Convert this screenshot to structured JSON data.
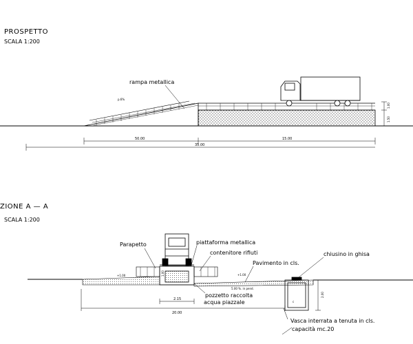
{
  "prospetto": {
    "title": "PROSPETTO",
    "scale": "SCALA 1:200",
    "label_ramp": "rampa metallica",
    "ramp_mark": "p.6%",
    "dim_left": "50.00",
    "dim_right": "15.00",
    "dim_total": "35.00",
    "dim_height": "1.00",
    "dim_height_b": "1.50"
  },
  "sezione": {
    "title": "ZIONE A — A",
    "scale": "SCALA 1:200",
    "label_parapetto": "Parapetto",
    "label_piattaforma": "piattaforma metallica",
    "label_contenitore": "contenitore rifiuti",
    "label_pavimento": "Pavimento in cls.",
    "label_chiusino": "chiusino in ghisa",
    "label_pozzetto_1": "pozzetto raccolta",
    "label_pozzetto_2": "acqua piazzale",
    "label_vasca_1": "Vasca interrata a tenuta in cls.",
    "label_vasca_2": "capacità mc.20",
    "dim_2_15": "2.15",
    "dim_total": "20.00",
    "dim_level_left": "+1.00",
    "dim_level_mid": "+1.00",
    "dim_vasca_h": "2.00",
    "dim_pend": "5.00 %. in pend.",
    "dim_sm": "1.00"
  }
}
